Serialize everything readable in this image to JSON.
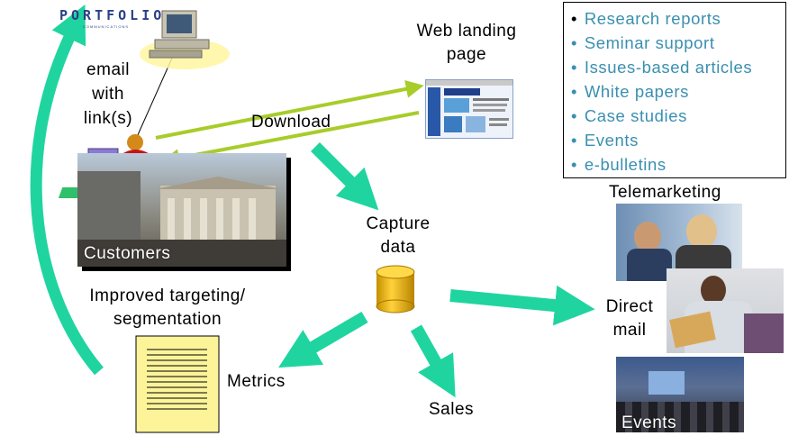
{
  "logo": {
    "text": "PORTFOLIO",
    "subtext": "COMMUNICATIONS"
  },
  "labels": {
    "email_line1": "email",
    "email_line2": "with",
    "email_line3": "link(s)",
    "web_line1": "Web landing",
    "web_line2": "page",
    "download": "Download",
    "capture_line1": "Capture",
    "capture_line2": "data",
    "improved_line1": "Improved targeting/",
    "improved_line2": "segmentation",
    "metrics": "Metrics",
    "sales": "Sales",
    "telemarketing": "Telemarketing",
    "direct_line1": "Direct",
    "direct_line2": "mail",
    "customers": "Customers",
    "events_photo": "Events"
  },
  "content_types": [
    "Research reports",
    "Seminar support",
    "Issues-based articles",
    "White papers",
    "Case studies",
    "Events",
    "e-bulletins"
  ],
  "colors": {
    "teal_arrow": "#20d4a0",
    "lime_arrow": "#a8cc2a",
    "list_text": "#3a8fb0",
    "logo_blue": "#2a3f86",
    "cylinder": "#f0b800",
    "document": "#fdf49a"
  }
}
